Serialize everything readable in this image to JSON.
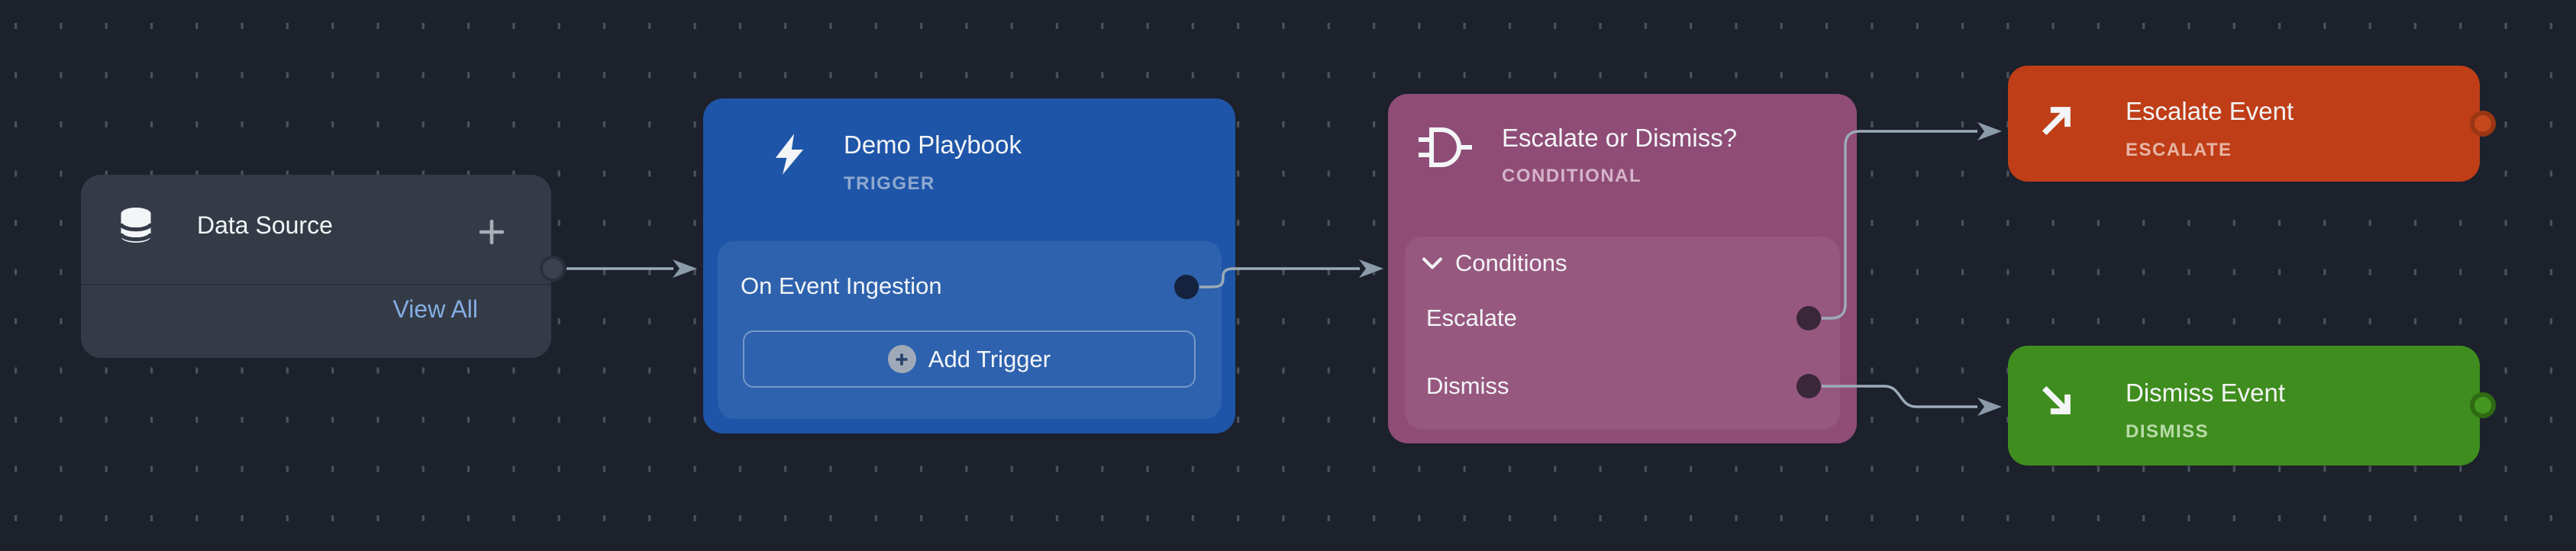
{
  "canvas": {
    "background_color": "#1C212C",
    "grid_dash_color": "#4B515D",
    "edge_color": "#9DABB9",
    "arrowhead_color": "#8C9BAA"
  },
  "nodes": {
    "data_source": {
      "title": "Data Source",
      "add_label": "+",
      "view_all_label": "View All",
      "color": "#343B47",
      "link_color": "#84AEE3",
      "icon": "database-icon"
    },
    "trigger": {
      "title": "Demo Playbook",
      "type_label": "TRIGGER",
      "row_label": "On Event Ingestion",
      "button_label": "Add Trigger",
      "color": "#1E55A8",
      "panel_color": "#2E62AE",
      "icon": "lightning-bolt-icon"
    },
    "conditional": {
      "title": "Escalate or Dismiss?",
      "type_label": "CONDITIONAL",
      "section_label": "Conditions",
      "branches": [
        {
          "label": "Escalate"
        },
        {
          "label": "Dismiss"
        }
      ],
      "color": "#8E4C76",
      "panel_color": "#97587F",
      "icon": "logic-gate-icon"
    },
    "escalate": {
      "title": "Escalate Event",
      "type_label": "ESCALATE",
      "color": "#BF3E17",
      "icon": "arrow-up-right-icon"
    },
    "dismiss": {
      "title": "Dismiss Event",
      "type_label": "DISMISS",
      "color": "#3F8D1E",
      "icon": "arrow-down-right-icon"
    }
  },
  "edges": [
    {
      "from": "data-source",
      "to": "demo-playbook"
    },
    {
      "from": "on-event-ingestion",
      "to": "escalate-or-dismiss"
    },
    {
      "from": "condition-escalate",
      "to": "escalate-event"
    },
    {
      "from": "condition-dismiss",
      "to": "dismiss-event"
    }
  ]
}
